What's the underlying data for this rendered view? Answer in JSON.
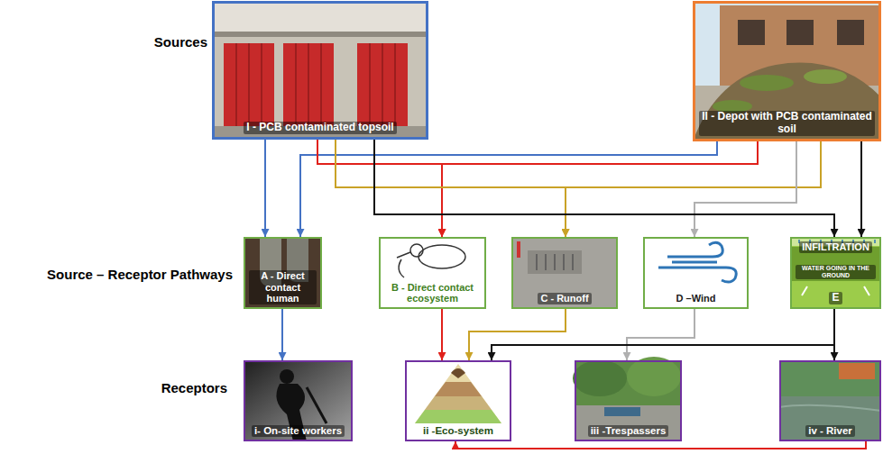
{
  "diagram": {
    "nodes": [
      {
        "text": [
          "I - PCB contaminated topsoil"
        ]
      },
      {
        "text": [
          "II - Depot with PCB contaminated soil"
        ]
      },
      {
        "text": [
          "A - Direct contact human"
        ]
      },
      {
        "text": [
          "B - Direct contact ecosystem"
        ]
      },
      {
        "text": [
          "C - Runoff"
        ]
      },
      {
        "text": [
          "D –Wind"
        ]
      },
      {
        "text": [
          "INFILTRATION",
          "WATER GOING IN THE GROUND",
          "E"
        ]
      },
      {
        "text": [
          "i- On-site workers"
        ]
      },
      {
        "text": [
          "ii -Eco-system"
        ]
      },
      {
        "text": [
          "iii -Trespassers"
        ]
      },
      {
        "text": [
          "iv - River"
        ]
      }
    ],
    "edges": [
      {
        "from": 0,
        "to": 2,
        "arrow": "to"
      },
      {
        "from": 1,
        "to": 2,
        "arrow": "to"
      },
      {
        "from": 0,
        "to": 3,
        "arrow": "to"
      },
      {
        "from": 1,
        "to": 3,
        "arrow": "to"
      },
      {
        "from": 0,
        "to": 4,
        "arrow": "to"
      },
      {
        "from": 1,
        "to": 4,
        "arrow": "to"
      },
      {
        "from": 1,
        "to": 5,
        "arrow": "to"
      },
      {
        "from": 0,
        "to": 6,
        "arrow": "to"
      },
      {
        "from": 1,
        "to": 6,
        "arrow": "to"
      },
      {
        "from": 2,
        "to": 7,
        "arrow": "to"
      },
      {
        "from": 3,
        "to": 8,
        "arrow": "to"
      },
      {
        "from": 4,
        "to": 8,
        "arrow": "to"
      },
      {
        "from": 5,
        "to": 9,
        "arrow": "to"
      },
      {
        "from": 6,
        "to": 8,
        "arrow": "to"
      },
      {
        "from": 6,
        "to": 10,
        "arrow": "to"
      },
      {
        "from": 10,
        "to": 8,
        "arrow": "to"
      }
    ],
    "labels": [
      "Sources",
      "Source – Receptor Pathways",
      "Receptors"
    ]
  }
}
